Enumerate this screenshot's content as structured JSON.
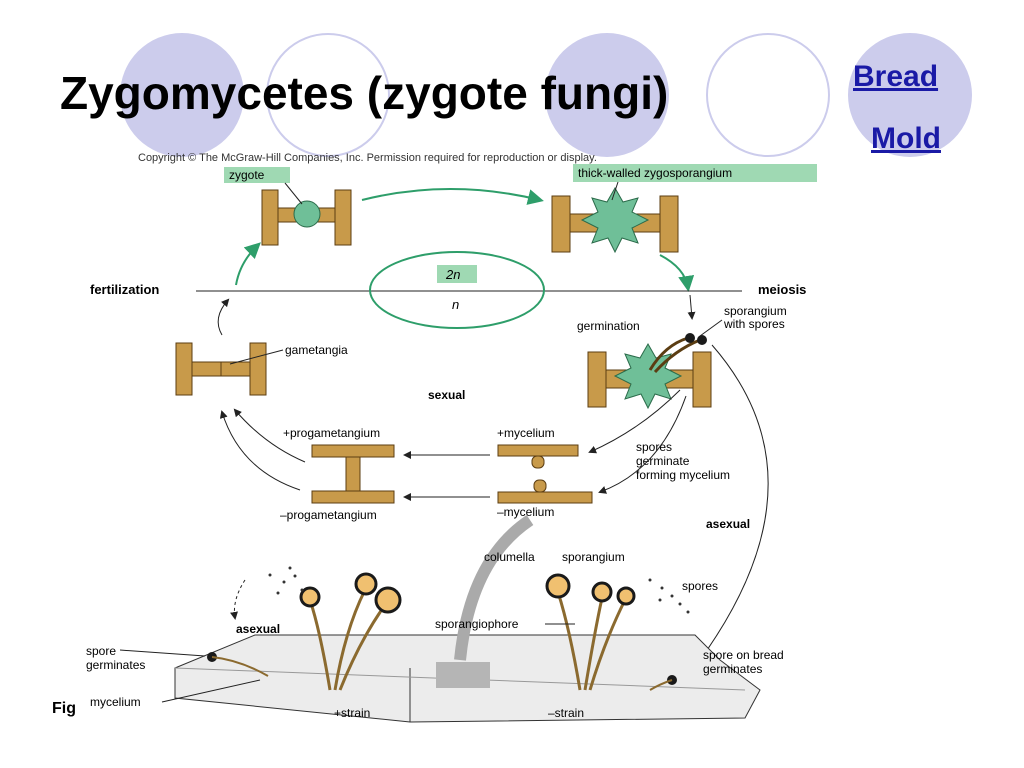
{
  "slide": {
    "title": "Zygomycetes (zygote fungi)",
    "links": [
      "Bread",
      "Mold"
    ],
    "figure_label_partial": "Fig"
  },
  "diagram": {
    "copyright": "Copyright © The McGraw-Hill Companies, Inc. Permission required for reproduction or display.",
    "labels": {
      "zygote": "zygote",
      "zygosporangium": "thick-walled zygosporangium",
      "fertilization": "fertilization",
      "meiosis": "meiosis",
      "ploidy_2n": "2n",
      "ploidy_n": "n",
      "germination": "germination",
      "sporangium_with_spores": "sporangium",
      "sporangium_with_spores_2": "with spores",
      "gametangia": "gametangia",
      "sexual": "sexual",
      "plus_progametangium": "+progametangium",
      "minus_progametangium": "–progametangium",
      "plus_mycelium": "+mycelium",
      "minus_mycelium": "–mycelium",
      "spores_germinate_1": "spores",
      "spores_germinate_2": "germinate",
      "spores_germinate_3": "forming mycelium",
      "asexual_right": "asexual",
      "asexual_left": "asexual",
      "columella": "columella",
      "sporangium": "sporangium",
      "spores": "spores",
      "sporangiophore": "sporangiophore",
      "spore_germinates_1": "spore",
      "spore_germinates_2": "germinates",
      "mycelium": "mycelium",
      "plus_strain": "+strain",
      "minus_strain": "–strain",
      "spore_on_bread_1": "spore on bread",
      "spore_on_bread_2": "germinates"
    },
    "colors": {
      "hyphae": "#c89a4a",
      "zygote_green": "#6fbf98",
      "label_highlight": "#9fd9b3",
      "arrow_green": "#2e9e6a"
    }
  }
}
